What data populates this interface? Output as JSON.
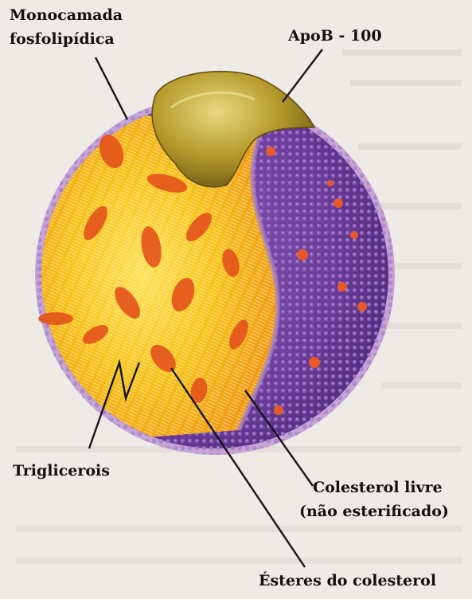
{
  "labels": {
    "monocamada_line1": "Monocamada",
    "monocamada_line2": "fosfolipídica",
    "apob": "ApoB - 100",
    "triglicerois": "Triglicerois",
    "colesterol_livre_line1": "Colesterol livre",
    "colesterol_livre_line2": "(não esterificado)",
    "esteres": "Ésteres do colesterol"
  },
  "colors": {
    "core_yellow": "#f6c21c",
    "core_orange": "#ef8a12",
    "triglyceride_red": "#e4531a",
    "surface_purple": "#6b3c99",
    "phospholipid_lilac": "#c7a4d6",
    "apob_olive": "#b59a2a",
    "leader_line": "#151515"
  }
}
